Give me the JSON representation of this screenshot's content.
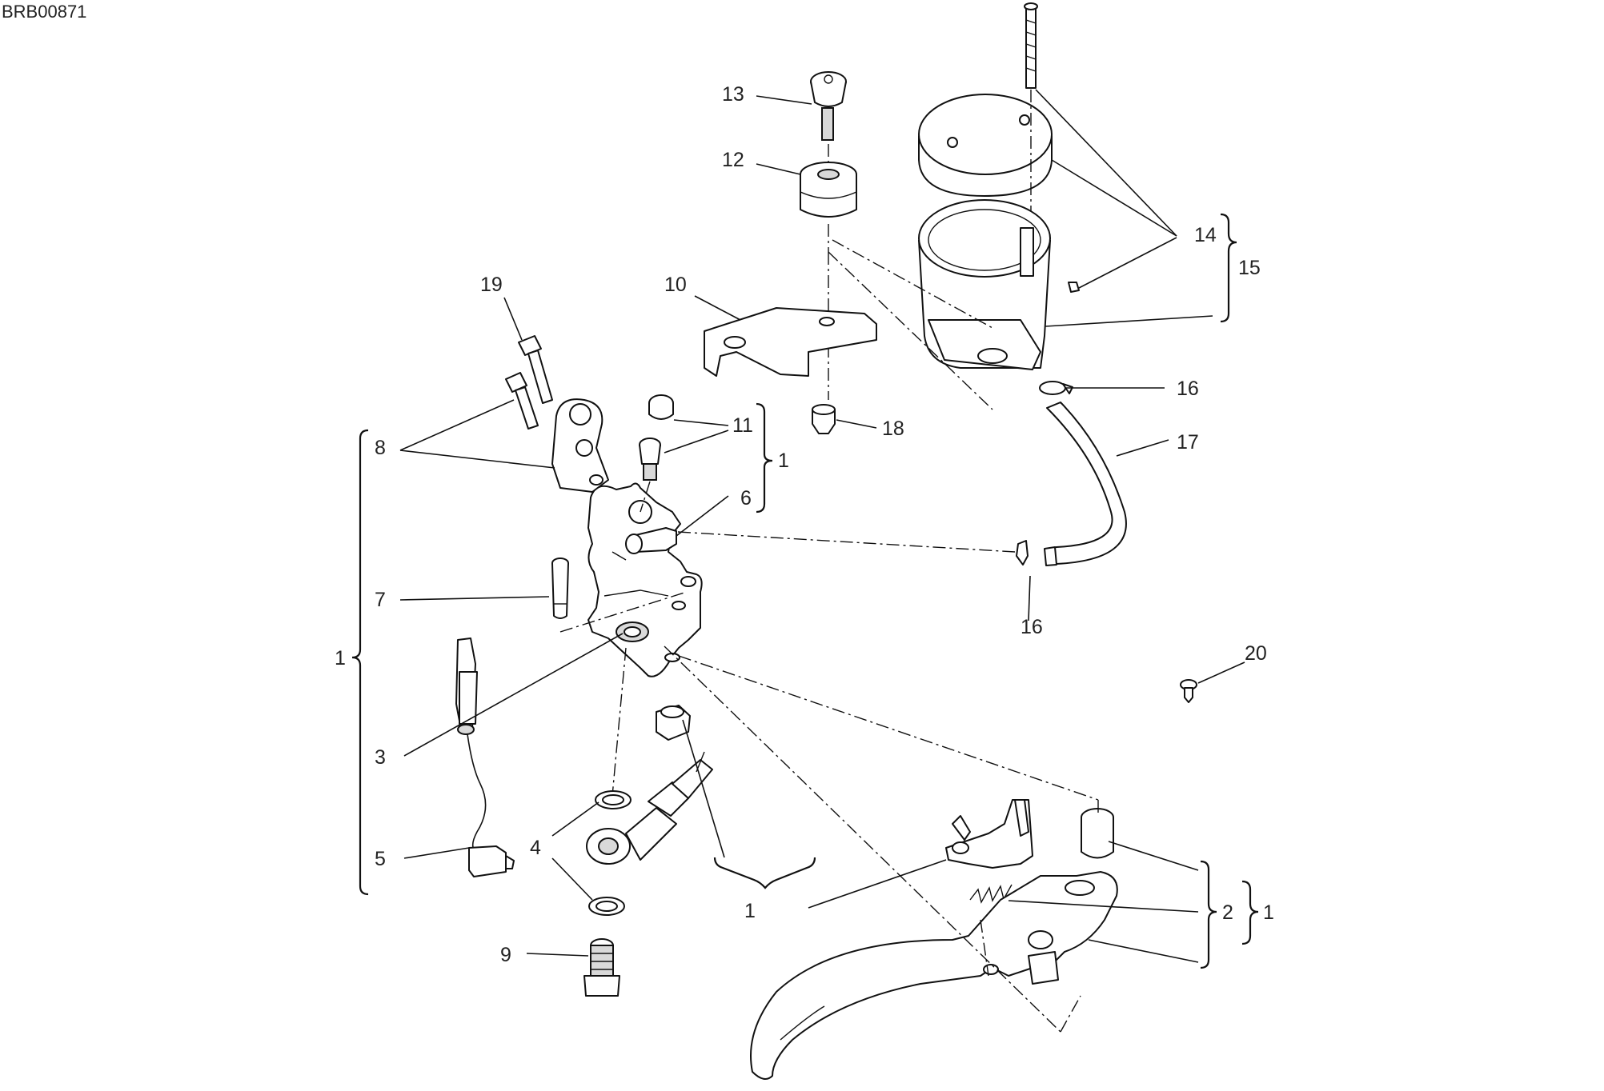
{
  "drawing_code": "BRB00871",
  "callouts": {
    "c1_lever": "1",
    "c1_assembly": "1",
    "c1_group_11": "1",
    "c1_group_2": "1",
    "c2": "2",
    "c3": "3",
    "c4": "4",
    "c5": "5",
    "c6": "6",
    "c7": "7",
    "c8": "8",
    "c9": "9",
    "c10": "10",
    "c11": "11",
    "c12": "12",
    "c13": "13",
    "c14": "14",
    "c15": "15",
    "c16_top": "16",
    "c16_bottom": "16",
    "c17": "17",
    "c18": "18",
    "c19": "19",
    "c20": "20"
  }
}
